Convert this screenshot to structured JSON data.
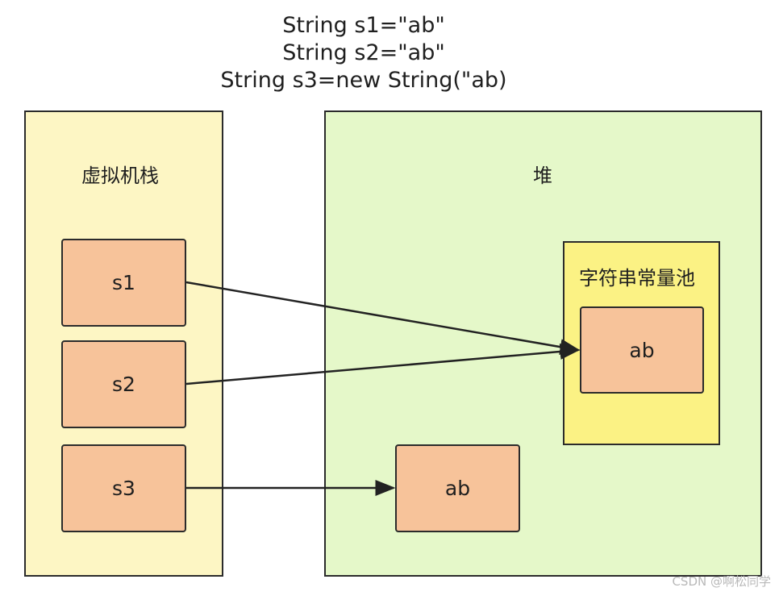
{
  "code": [
    "String s1=\"ab\"",
    "String s2=\"ab\"",
    "String s3=new String(\"ab)"
  ],
  "stack": {
    "label": "虚拟机栈",
    "items": [
      "s1",
      "s2",
      "s3"
    ]
  },
  "heap": {
    "label": "堆",
    "pool_label": "字符串常量池",
    "pool_value": "ab",
    "heap_value": "ab"
  },
  "references": [
    {
      "from": "s1",
      "to": "字符串常量池 ab"
    },
    {
      "from": "s2",
      "to": "字符串常量池 ab"
    },
    {
      "from": "s3",
      "to": "堆 ab"
    }
  ],
  "watermark": "CSDN @啊松同学",
  "colors": {
    "stack_bg": "#fdf6c4",
    "heap_bg": "#e5f8c9",
    "pool_bg": "#fbf284",
    "node_fill": "#f7c39a",
    "border": "#2b2b2b"
  }
}
